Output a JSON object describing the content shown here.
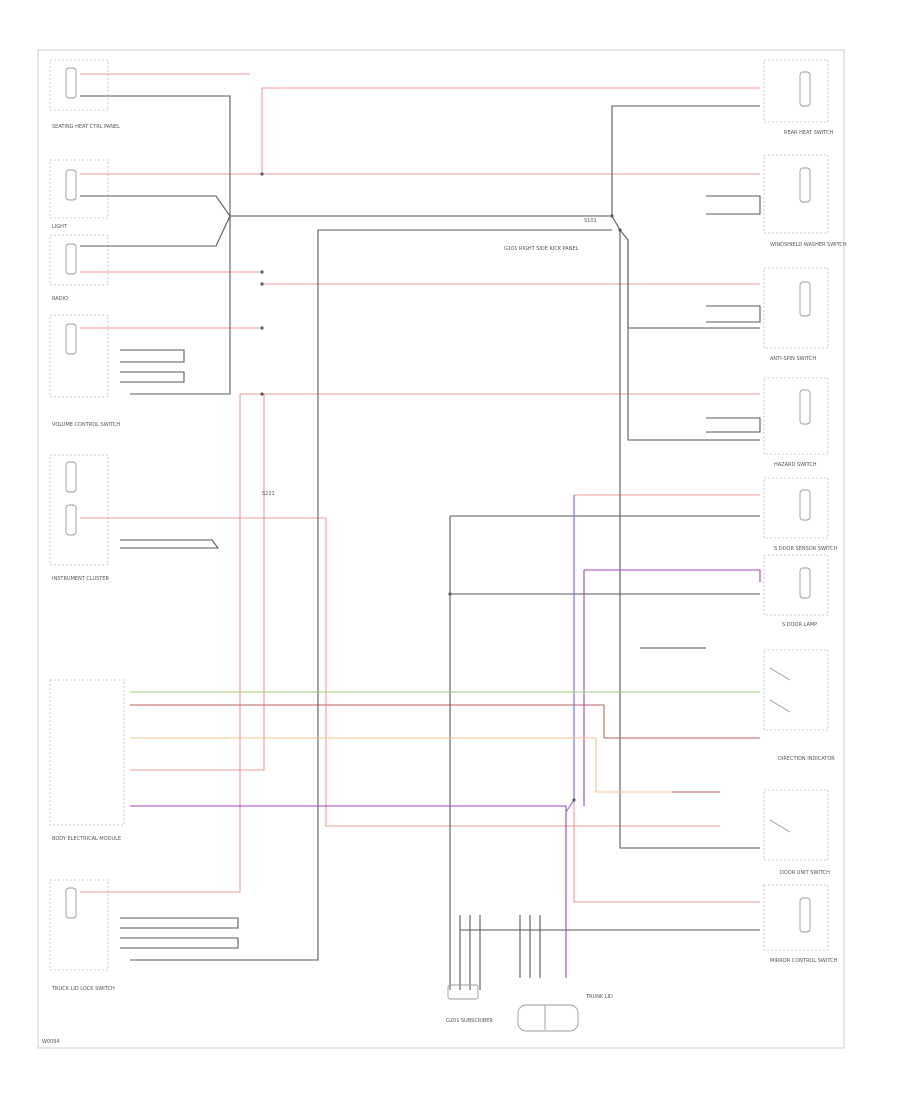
{
  "diagram": {
    "footer_code": "W0094",
    "colors": {
      "red": "#f29a9a",
      "gray": "#5a5a5a",
      "blue": "#6f6ff5",
      "violet": "#a040c0",
      "green": "#9fd070",
      "orange": "#f7c68c",
      "darkred": "#c06060",
      "frame": "#cfcfcf"
    },
    "labels": {
      "left_switch_1": "SEATING HEAT CTRL PANEL",
      "left_switch_2": "LIGHT",
      "left_switch_3": "RADIO",
      "left_switch_4": "VOLUME CONTROL SWITCH",
      "left_cluster": "INSTRUMENT CLUSTER",
      "left_module": "BODY ELECTRICAL MODULE",
      "left_bottom": "TRUCK LID LOCK SWITCH",
      "right_1": "REAR HEAT SWITCH",
      "right_2": "WINDSHIELD WASHER SWITCH",
      "right_3": "ANTI-SPIN SWITCH",
      "right_4": "HAZARD SWITCH",
      "right_5": "S DOOR SENSOR SWITCH",
      "right_6": "S DOOR LAMP",
      "right_7": "DIRECTION INDICATOR",
      "right_8": "DOOR UNIT SWITCH",
      "right_9": "MIRROR CONTROL SWITCH",
      "center_ground": "G101 RIGHT SIDE KICK PANEL",
      "center_splice": "S101",
      "bottom_ground": "G201 SUBSCRIBER",
      "bottom_part": "TRUNK LID",
      "left_splice": "S221"
    }
  }
}
